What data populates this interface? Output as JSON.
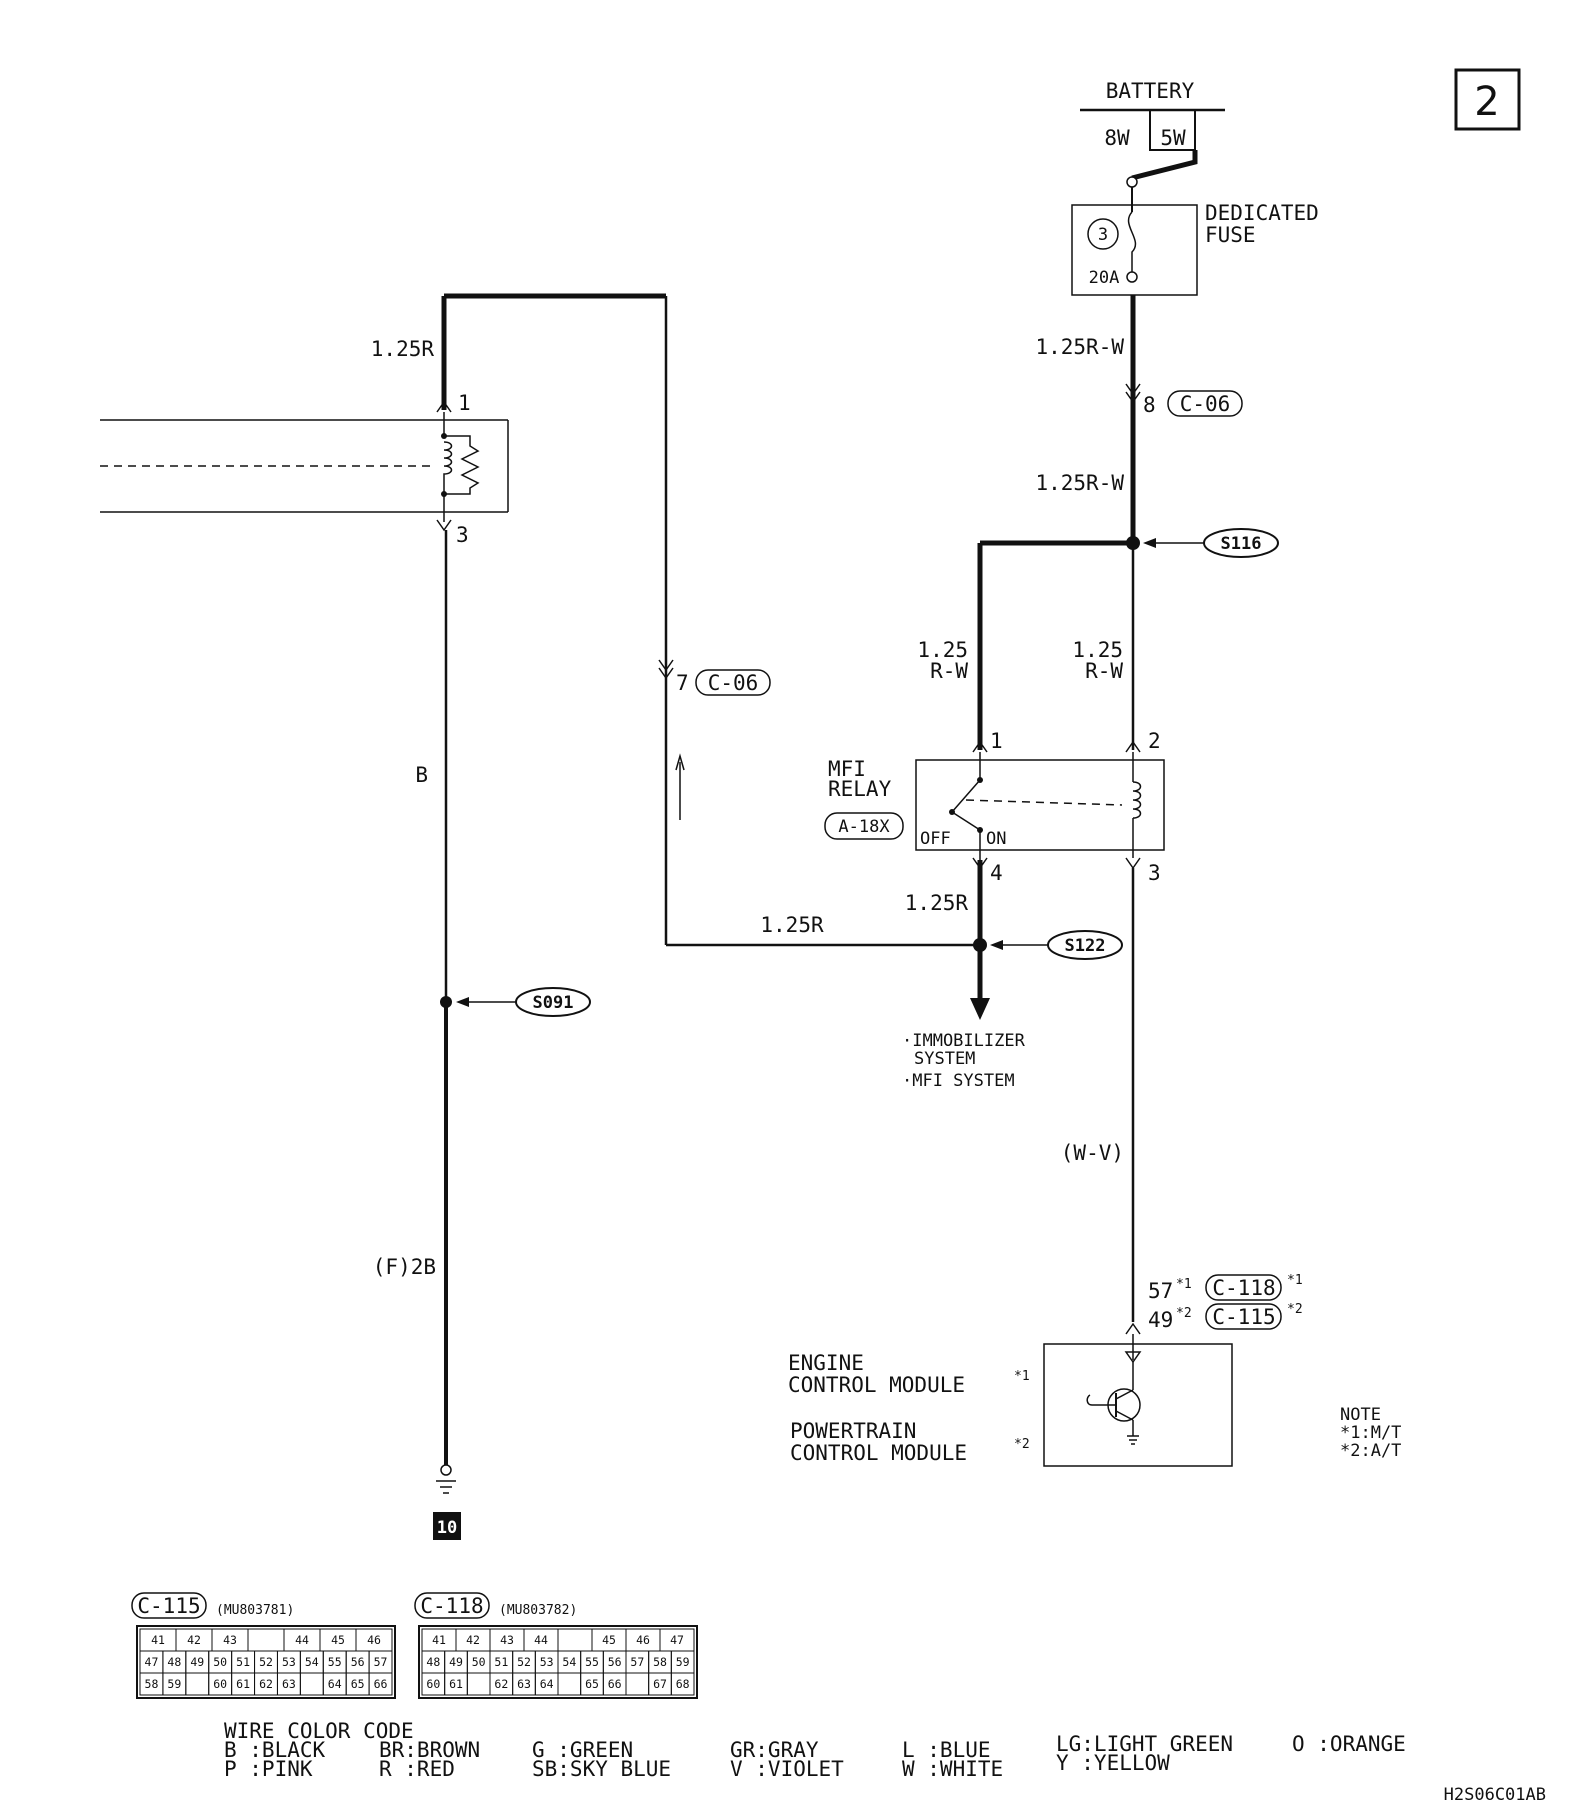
{
  "page_number": "2",
  "diagram_code": "H2S06C01AB",
  "power": {
    "label": "BATTERY",
    "wire_8w": "8W",
    "wire_5w": "5W"
  },
  "fuse": {
    "number": "3",
    "rating": "20A",
    "label_line1": "DEDICATED",
    "label_line2": "FUSE"
  },
  "wires": {
    "fuse_out": "1.25R-W",
    "to_s116": "1.25R-W",
    "relay1_l1": "1.25",
    "relay1_l2": "R-W",
    "relay2_l1": "1.25",
    "relay2_l2": "R-W",
    "relay4": "1.25R",
    "horizontal": "1.25R",
    "left_top": "1.25R",
    "left_b": "B",
    "left_f2b": "(F)2B",
    "control": "(W-V)"
  },
  "connectors": {
    "c06_pin8": "8",
    "c06_pin7": "7",
    "c06": "C-06",
    "c118": "C-118",
    "c115": "C-115",
    "pin57": "57",
    "pin49": "49",
    "sup1": "*1",
    "sup2": "*2"
  },
  "splices": {
    "s116": "S116",
    "s122": "S122",
    "s091": "S091"
  },
  "left_component": {
    "pin_top": "1",
    "pin_bottom": "3"
  },
  "relay": {
    "name_line1": "MFI",
    "name_line2": "RELAY",
    "connector": "A-18X",
    "off": "OFF",
    "on": "ON",
    "pin1": "1",
    "pin2": "2",
    "pin3": "3",
    "pin4": "4"
  },
  "outputs": {
    "line1": "·IMMOBILIZER",
    "line2": "SYSTEM",
    "line3": "·MFI SYSTEM"
  },
  "module": {
    "engine_l1": "ENGINE",
    "engine_l2": "CONTROL MODULE",
    "powertrain_l1": "POWERTRAIN",
    "powertrain_l2": "CONTROL MODULE"
  },
  "note": {
    "title": "NOTE",
    "line1": "*1:M/T",
    "line2": "*2:A/T"
  },
  "ground": {
    "number": "10"
  },
  "connector_tables": [
    {
      "name": "C-115",
      "part": "(MU803781)",
      "rows": [
        [
          "41",
          "42",
          "43",
          "",
          "44",
          "45",
          "46"
        ],
        [
          "47",
          "48",
          "49",
          "50",
          "51",
          "52",
          "53",
          "54",
          "55",
          "56",
          "57"
        ],
        [
          "58",
          "59",
          "",
          "60",
          "61",
          "62",
          "63",
          "",
          "64",
          "65",
          "66"
        ]
      ]
    },
    {
      "name": "C-118",
      "part": "(MU803782)",
      "rows": [
        [
          "41",
          "42",
          "43",
          "44",
          "",
          "45",
          "46",
          "47"
        ],
        [
          "48",
          "49",
          "50",
          "51",
          "52",
          "53",
          "54",
          "55",
          "56",
          "57",
          "58",
          "59"
        ],
        [
          "60",
          "61",
          "",
          "62",
          "63",
          "64",
          "",
          "65",
          "66",
          "",
          "67",
          "68"
        ]
      ]
    }
  ],
  "wire_color_code": {
    "title": "WIRE COLOR CODE",
    "row1": [
      "B :BLACK",
      "BR:BROWN",
      "G :GREEN",
      "GR:GRAY",
      "L :BLUE",
      "LG:LIGHT GREEN",
      "O :ORANGE"
    ],
    "row2": [
      "P :PINK",
      "R :RED",
      "SB:SKY BLUE",
      "V :VIOLET",
      "W :WHITE",
      "Y :YELLOW"
    ]
  }
}
